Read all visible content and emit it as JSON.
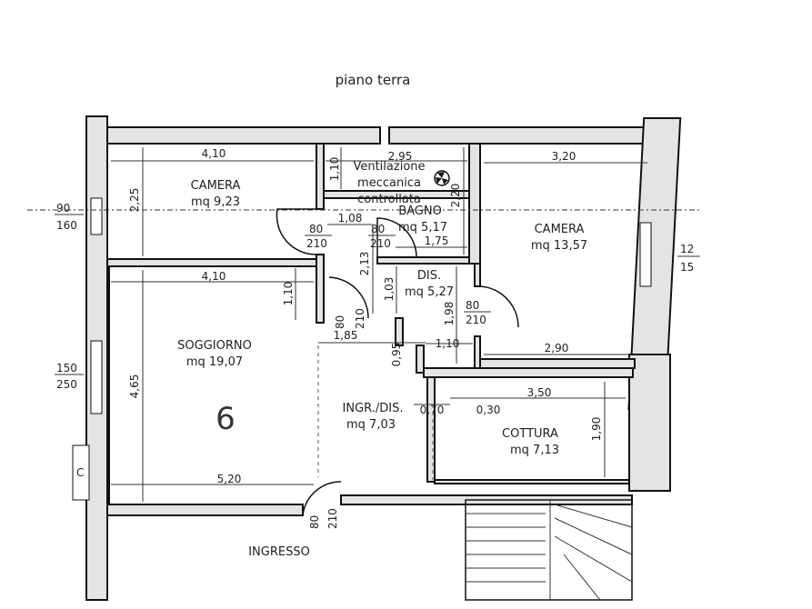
{
  "title": "piano terra",
  "unit_number": "6",
  "rooms": {
    "camera_left": {
      "name": "CAMERA",
      "area": "mq 9,23",
      "width": "4,10",
      "depth": "2,25"
    },
    "bagno": {
      "name": "BAGNO",
      "area": "mq 5,17",
      "width": "2,95",
      "depth": "2,20",
      "inner": "1,75",
      "niche_depth": "1,10",
      "vent": [
        "Ventilazione",
        "meccanica",
        "controllata"
      ]
    },
    "camera_right": {
      "name": "CAMERA",
      "area": "mq 13,57",
      "width": "3,20",
      "bottom": "2,90"
    },
    "soggiorno": {
      "name": "SOGGIORNO",
      "area": "mq 19,07",
      "width": "4,10",
      "bottom": "5,20",
      "depth": "4,65",
      "niche": "1,10"
    },
    "dis": {
      "name": "DIS.",
      "area": "mq 5,27",
      "h1": "1,03",
      "h2": "1,98",
      "w": "1,10",
      "corr_w": "1,08",
      "corr_h": "2,13"
    },
    "ingr_dis": {
      "name": "INGR./DIS.",
      "area": "mq 7,03",
      "w": "1,85",
      "h": "0,95",
      "w2": "0,70"
    },
    "cottura": {
      "name": "COTTURA",
      "area": "mq 7,13",
      "width": "3,50",
      "depth": "1,90",
      "small": "0,30"
    },
    "ingresso": {
      "name": "INGRESSO"
    }
  },
  "doors": [
    {
      "w": "80",
      "h": "210"
    },
    {
      "w": "80",
      "h": "210"
    },
    {
      "w": "80",
      "h": "210"
    },
    {
      "w": "80",
      "h": "210"
    },
    {
      "w": "80",
      "h": "210"
    }
  ],
  "windows": [
    {
      "w": "90",
      "h": "160"
    },
    {
      "w": "150",
      "h": "250"
    },
    {
      "w": "12",
      "h": "15"
    }
  ],
  "misc": {
    "c_label": "C"
  },
  "icons": {
    "fan": "fan-icon"
  }
}
